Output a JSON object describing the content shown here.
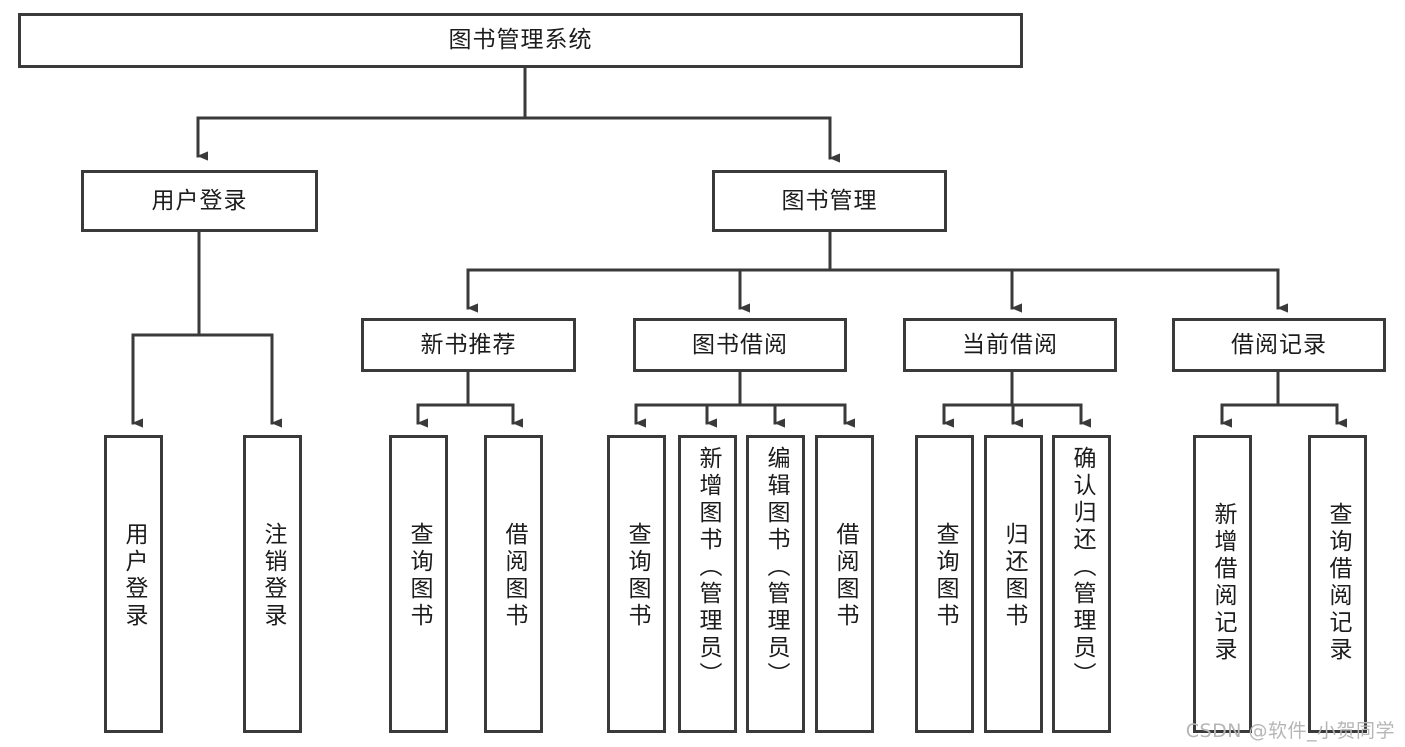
{
  "diagram": {
    "type": "tree-hierarchy-diagram",
    "title": "图书管理系统",
    "watermark": "CSDN @软件_小贺同学",
    "colors": {
      "stroke": "#3a3a3a",
      "box_fill": "#ffffff",
      "text": "#1c1c1c",
      "watermark": "#b6b6b6",
      "background": "#ffffff"
    },
    "nodes": {
      "root": {
        "label": "图书管理系统",
        "level": 0
      },
      "level1": [
        {
          "id": "user-login",
          "label": "用户登录"
        },
        {
          "id": "book-manage",
          "label": "图书管理"
        }
      ],
      "level2": [
        {
          "id": "new-book-recommend",
          "label": "新书推荐"
        },
        {
          "id": "book-borrow",
          "label": "图书借阅"
        },
        {
          "id": "current-borrow",
          "label": "当前借阅"
        },
        {
          "id": "borrow-record",
          "label": "借阅记录"
        }
      ],
      "leaves": {
        "user_login": [
          {
            "id": "leaf-user-login",
            "label": "用户登录"
          },
          {
            "id": "leaf-logout-login",
            "label": "注销登录"
          }
        ],
        "new_book_recommend": [
          {
            "id": "leaf-query-book-1",
            "label": "查询图书"
          },
          {
            "id": "leaf-borrow-book-1",
            "label": "借阅图书"
          }
        ],
        "book_borrow": [
          {
            "id": "leaf-query-book-2",
            "label": "查询图书"
          },
          {
            "id": "leaf-add-book",
            "label": "新增图书（管理员）"
          },
          {
            "id": "leaf-edit-book",
            "label": "编辑图书（管理员）"
          },
          {
            "id": "leaf-borrow-book-2",
            "label": "借阅图书"
          }
        ],
        "current_borrow": [
          {
            "id": "leaf-query-book-3",
            "label": "查询图书"
          },
          {
            "id": "leaf-return-book",
            "label": "归还图书"
          },
          {
            "id": "leaf-confirm-return",
            "label": "确认归还（管理员）"
          }
        ],
        "borrow_record": [
          {
            "id": "leaf-add-borrow-record",
            "label": "新增借阅记录"
          },
          {
            "id": "leaf-query-borrow-record",
            "label": "查询借阅记录"
          }
        ]
      }
    }
  }
}
